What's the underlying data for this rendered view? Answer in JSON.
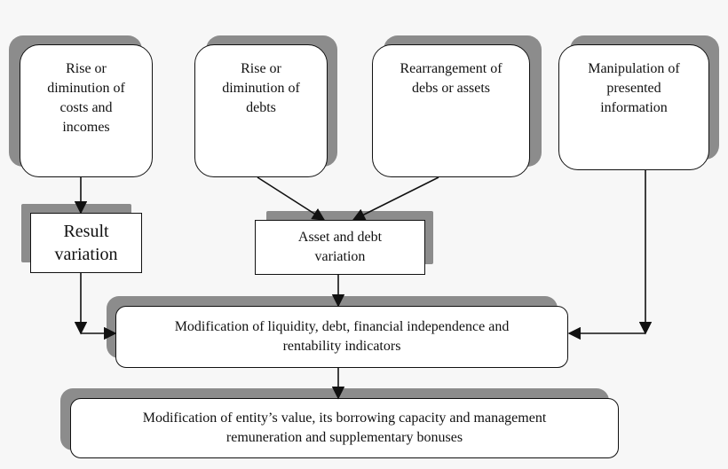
{
  "boxes": {
    "costs": "Rise or\ndiminution of\ncosts and\nincomes",
    "debts": "Rise or\ndiminution of\ndebts",
    "rearrange": "Rearrangement of\ndebs or assets",
    "manipulation": "Manipulation of\npresented\ninformation",
    "result": "Result\nvariation",
    "asset_debt": "Asset and debt\nvariation",
    "modification_indicators": "Modification of liquidity, debt, financial independence and\nrentability indicators",
    "modification_value": "Modification of entity’s value, its borrowing capacity and management\nremuneration and supplementary bonuses"
  },
  "colors": {
    "shadow": "#8c8c8c",
    "border": "#111111",
    "background": "#f7f7f7"
  }
}
